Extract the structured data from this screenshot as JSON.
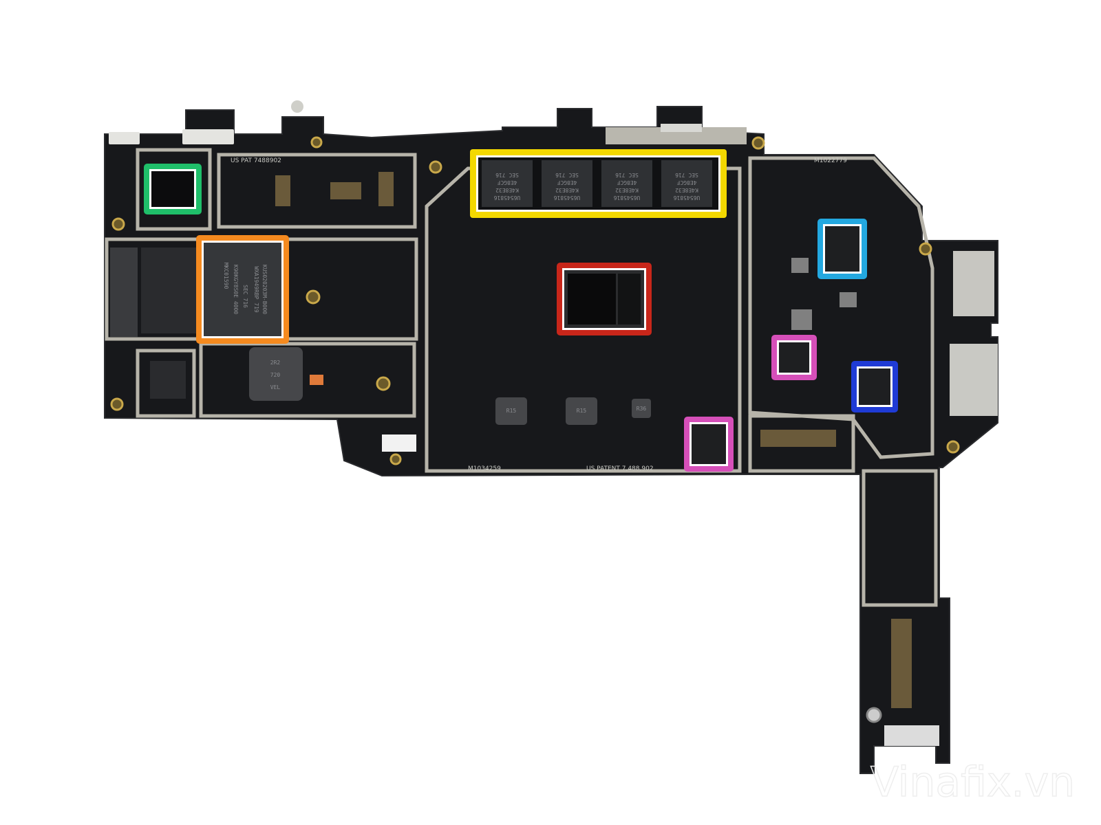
{
  "watermark": "Vinafix.vn",
  "silkscreen": {
    "patent": "US PATENT 7,488,902",
    "board_id_right": "M1022779",
    "board_id_bottom": "M1034259",
    "patent_left": "US PAT 7488902"
  },
  "ram_chips": {
    "line1": "U6545816",
    "line2": "K4E8E32",
    "line3": "4E8GCF",
    "line4": "SEC 716"
  },
  "flash_chip": {
    "line1": "KUS020203M-B000",
    "line2": "WXA1949RBP 719",
    "line3": "SEC 716",
    "line4": "K90KGY8S0E 4000",
    "line5": "MKC01590"
  },
  "inductors": [
    "2R2",
    "720",
    "VEL"
  ],
  "small_inductors": [
    "R15",
    "R15",
    "R36"
  ],
  "highlights": {
    "ram": "#f3d800",
    "cpu": "#c8261a",
    "flash": "#f58a1f",
    "green": "#1fbf6a",
    "cyan": "#23a8e0",
    "magenta": "#d64fb9",
    "blue": "#1f3bd6"
  }
}
